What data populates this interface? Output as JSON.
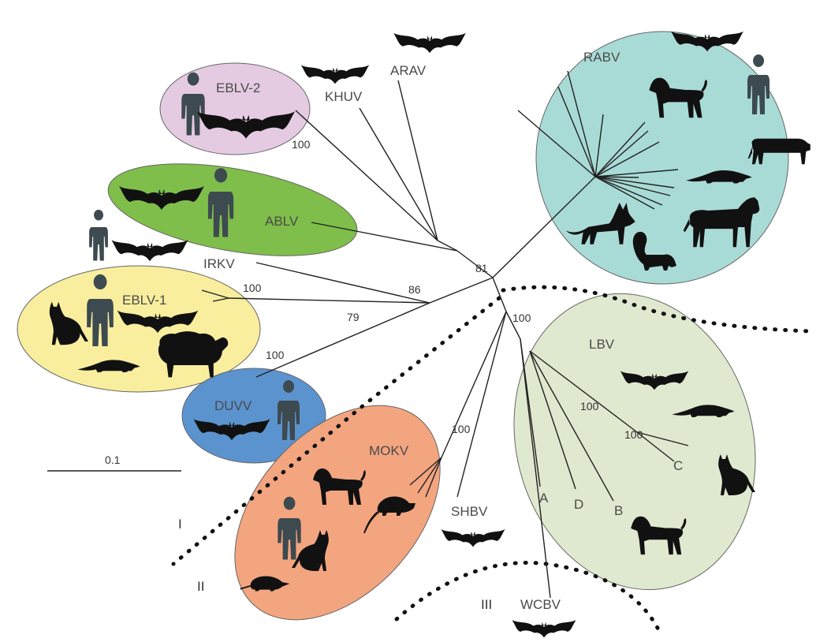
{
  "colors": {
    "rabv": "#a9dbd6",
    "lbv": "#dfe9cf",
    "ebLv2": "#e5cbe2",
    "ablv": "#7fbe4a",
    "ebLv1": "#f8ee9e",
    "duvv": "#5b93cf",
    "mokv": "#f3a57f"
  },
  "viruses": {
    "rabv": "RABV",
    "ebLv2": "EBLV-2",
    "khuv": "KHUV",
    "arav": "ARAV",
    "ablv": "ABLV",
    "irkv": "IRKV",
    "ebLv1": "EBLV-1",
    "duvv": "DUVV",
    "mokv": "MOKV",
    "shbv": "SHBV",
    "wcbv": "WCBV",
    "lbv": "LBV",
    "lbv_a": "A",
    "lbv_b": "B",
    "lbv_c": "C",
    "lbv_d": "D"
  },
  "bootstrap": {
    "b81": "81",
    "b86": "86",
    "b79": "79",
    "ebLv2": "100",
    "ebLv1": "100",
    "duvv": "100",
    "phylo3": "100",
    "mokv": "100",
    "lbv1": "100",
    "lbv2": "100"
  },
  "phylogroups": {
    "g1": "I",
    "g2": "II",
    "g3": "III"
  },
  "scale": {
    "label": "0.1"
  },
  "icons": [
    "bat-icon",
    "human-icon",
    "dog-icon",
    "cat-icon",
    "cow-icon",
    "horse-icon",
    "fox-icon",
    "skunk-icon",
    "mongoose-icon",
    "sheep-icon",
    "rodent-icon",
    "shrew-icon"
  ]
}
